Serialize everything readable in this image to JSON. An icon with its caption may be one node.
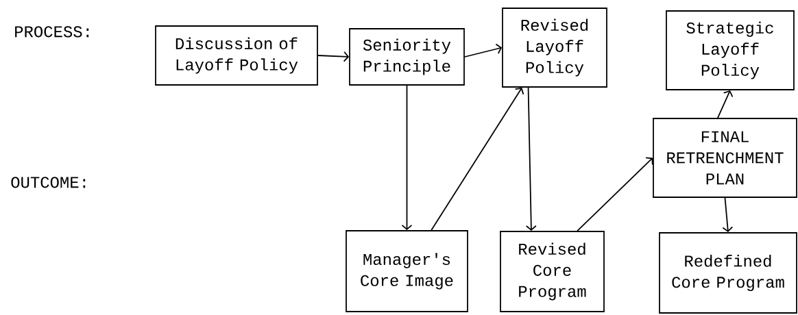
{
  "diagram": {
    "nodes": [
      {
        "text": [
          "Discussion of Layoff Policy"
        ]
      },
      {
        "text": [
          "Seniority Principle"
        ]
      },
      {
        "text": [
          "Revised Layoff Policy"
        ]
      },
      {
        "text": [
          "Strategic Layoff Policy"
        ]
      },
      {
        "text": [
          "FINAL RETRENCHMENT PLAN"
        ]
      },
      {
        "text": [
          "Manager's Core Image"
        ]
      },
      {
        "text": [
          "Revised Core Program"
        ]
      },
      {
        "text": [
          "Redefined Core Program"
        ]
      }
    ],
    "edges": [
      {
        "from": 0,
        "to": 1,
        "arrow": "to"
      },
      {
        "from": 1,
        "to": 2,
        "arrow": "to"
      },
      {
        "from": 1,
        "to": 5,
        "arrow": "to"
      },
      {
        "from": 5,
        "to": 2,
        "arrow": "to"
      },
      {
        "from": 2,
        "to": 6,
        "arrow": "to"
      },
      {
        "from": 6,
        "to": 4,
        "arrow": "to"
      },
      {
        "from": 4,
        "to": 3,
        "arrow": "to"
      },
      {
        "from": 4,
        "to": 7,
        "arrow": "to"
      }
    ],
    "labels": [
      "PROCESS:",
      "OUTCOME:"
    ]
  }
}
